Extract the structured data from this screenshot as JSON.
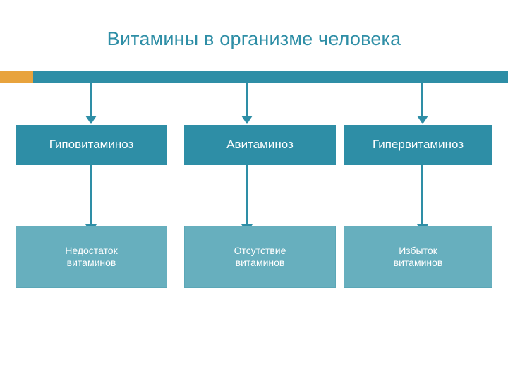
{
  "slide": {
    "title": "Витамины в организме человека",
    "colors": {
      "title": "#2e8ea6",
      "accent_teal": "#2e8ea6",
      "accent_orange": "#e8a33d",
      "box_row1": "#2e8ea6",
      "box_row2": "#67afbe"
    },
    "columns": [
      {
        "top_box": "Гиповитаминоз",
        "bottom_box_lines": [
          "Недостаток",
          "витаминов"
        ]
      },
      {
        "top_box": "Авитаминоз",
        "bottom_box_lines": [
          "Отсутствие",
          "витаминов"
        ]
      },
      {
        "top_box": "Гипервитаминоз",
        "bottom_box_lines": [
          "Избыток",
          "витаминов"
        ]
      }
    ]
  }
}
